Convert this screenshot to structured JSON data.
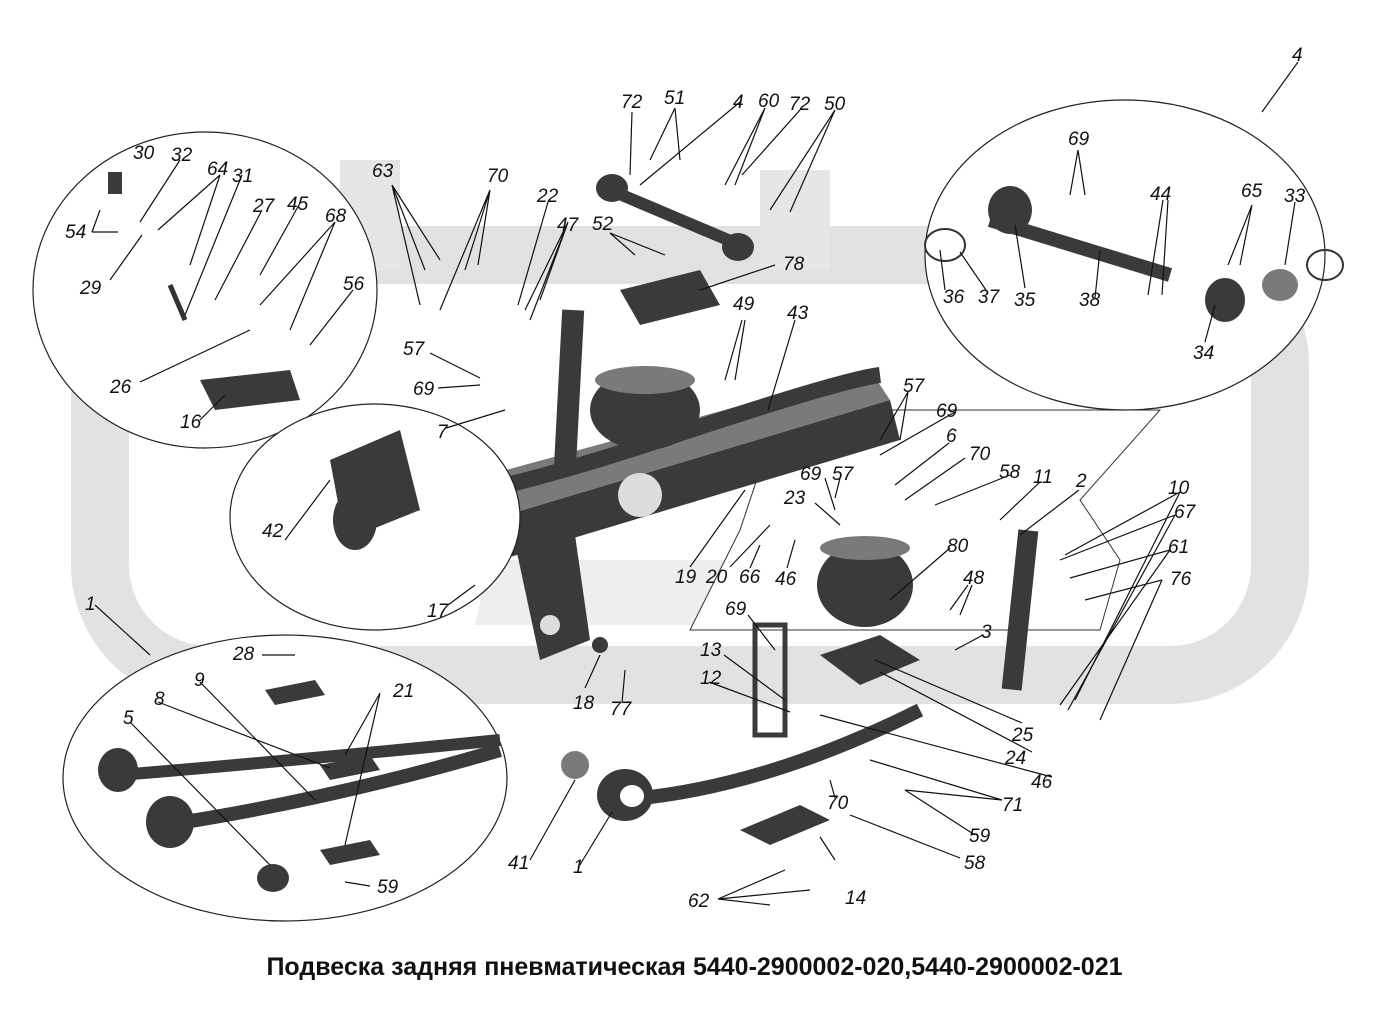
{
  "caption": "Подвеска задняя пневматическая 5440-2900002-020,5440-2900002-021",
  "labels": [
    "1",
    "1",
    "1",
    "2",
    "3",
    "4",
    "4",
    "5",
    "6",
    "7",
    "8",
    "9",
    "10",
    "11",
    "12",
    "13",
    "14",
    "16",
    "17",
    "18",
    "19",
    "20",
    "21",
    "22",
    "23",
    "24",
    "25",
    "26",
    "27",
    "28",
    "29",
    "30",
    "31",
    "32",
    "33",
    "34",
    "35",
    "36",
    "37",
    "38",
    "41",
    "42",
    "43",
    "44",
    "45",
    "46",
    "46",
    "47",
    "48",
    "49",
    "50",
    "51",
    "52",
    "54",
    "56",
    "57",
    "57",
    "57",
    "58",
    "58",
    "59",
    "59",
    "60",
    "61",
    "62",
    "63",
    "64",
    "65",
    "66",
    "67",
    "68",
    "69",
    "69",
    "69",
    "69",
    "69",
    "70",
    "70",
    "70",
    "71",
    "72",
    "72",
    "76",
    "77",
    "78",
    "80"
  ]
}
